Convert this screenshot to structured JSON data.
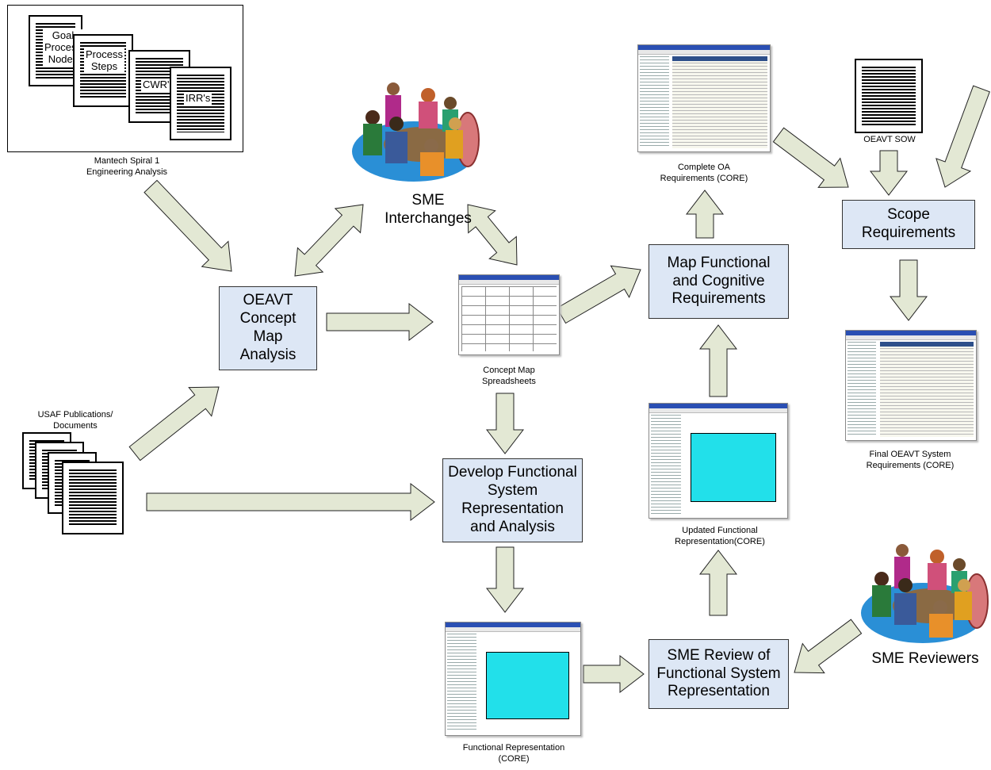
{
  "boxes": {
    "oeavt_concept": "OEAVT\nConcept\nMap\nAnalysis",
    "develop_functional": "Develop Functional\nSystem\nRepresentation\nand Analysis",
    "map_functional": "Map Functional\nand Cognitive\nRequirements",
    "scope": "Scope\nRequirements",
    "sme_review": "SME Review of\nFunctional System\nRepresentation"
  },
  "documents": {
    "goal": "Goal\nProcess\nNodes",
    "process_steps": "Process\nSteps",
    "cwr": "CWR's",
    "irr": "IRR's"
  },
  "captions": {
    "mantech": "Mantech Spiral 1\nEngineering Analysis",
    "usaf": "USAF Publications/\nDocuments",
    "sme_interchanges": "SME\nInterchanges",
    "sme_reviewers": "SME Reviewers",
    "concept_map": "Concept Map\nSpreadsheets",
    "complete_oa": "Complete OA\nRequirements (CORE)",
    "oeavt_sow": "OEAVT SOW",
    "final_oeavt": "Final OEAVT System\nRequirements (CORE)",
    "updated_functional": "Updated Functional\nRepresentation(CORE)",
    "functional_rep": "Functional Representation\n(CORE)"
  },
  "colors": {
    "box_fill": "#dde7f5",
    "arrow_fill": "#e3e8d4",
    "arrow_stroke": "#222222",
    "diagram_cyan": "#22e0ea"
  }
}
